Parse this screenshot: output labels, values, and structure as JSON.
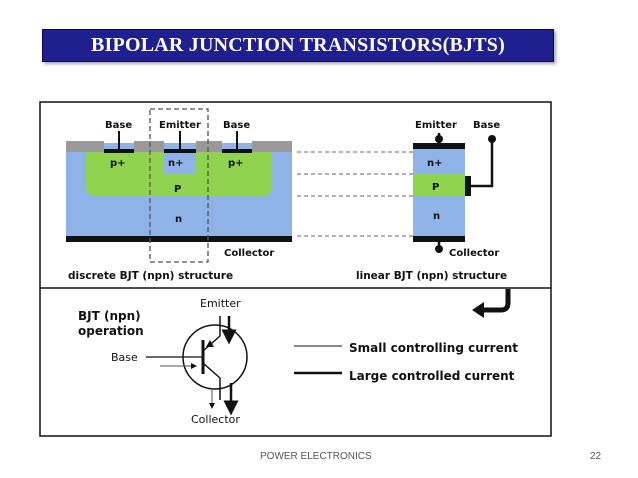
{
  "slide": {
    "title": "BIPOLAR JUNCTION TRANSISTORS(BJTS)",
    "footer": "POWER ELECTRONICS",
    "page_number": "22"
  },
  "discrete": {
    "base_left": "Base",
    "emitter": "Emitter",
    "base_right": "Base",
    "p_plus_left": "p+",
    "n_plus": "n+",
    "p_plus_right": "p+",
    "p_layer": "P",
    "n_layer": "n",
    "collector": "Collector",
    "caption": "discrete BJT (npn) structure"
  },
  "linear": {
    "emitter": "Emitter",
    "base": "Base",
    "n_plus": "n+",
    "p_layer": "P",
    "n_layer": "n",
    "collector": "Collector",
    "caption": "linear BJT (npn) structure"
  },
  "operation": {
    "heading_line1": "BJT  (npn)",
    "heading_line2": "operation",
    "emitter": "Emitter",
    "base": "Base",
    "collector": "Collector",
    "legend_small": "Small controlling current",
    "legend_large": "Large controlled current"
  },
  "colors": {
    "title_bg": "#1f1f8f",
    "n_region": "#8fb3e6",
    "p_region": "#8fd34f",
    "contact": "#999999",
    "metal": "#111111"
  }
}
